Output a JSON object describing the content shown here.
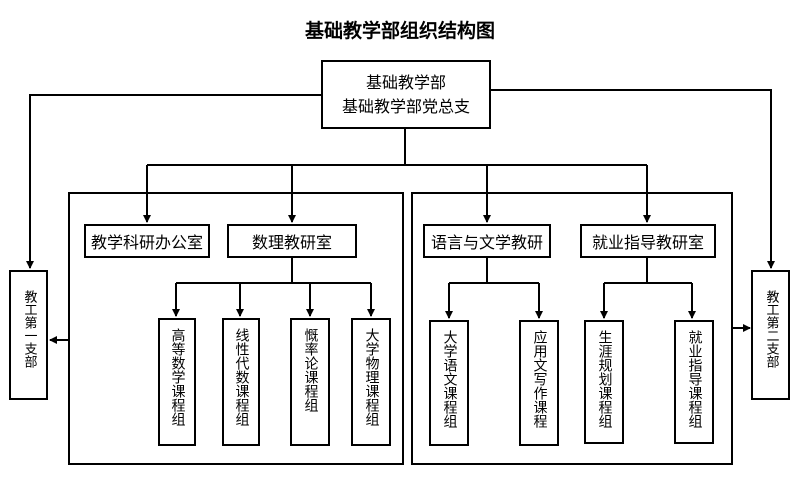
{
  "title": "基础教学部组织结构图",
  "top": {
    "line1": "基础教学部",
    "line2": "基础教学部党总支"
  },
  "branches": {
    "left": "教工第一支部",
    "right": "教工第二支部"
  },
  "departments": {
    "office": "教学科研办公室",
    "math": "数理教研室",
    "language": "语言与文学教研",
    "career": "就业指导教研室"
  },
  "groups": {
    "math": [
      "高等数学课程组",
      "线性代数课程组",
      "慨率论课程组",
      "大学物理课程组"
    ],
    "language": [
      "大学语文课程组",
      "应用文写作课程"
    ],
    "career": [
      "生涯规划课程组",
      "就业指导课程组"
    ]
  }
}
